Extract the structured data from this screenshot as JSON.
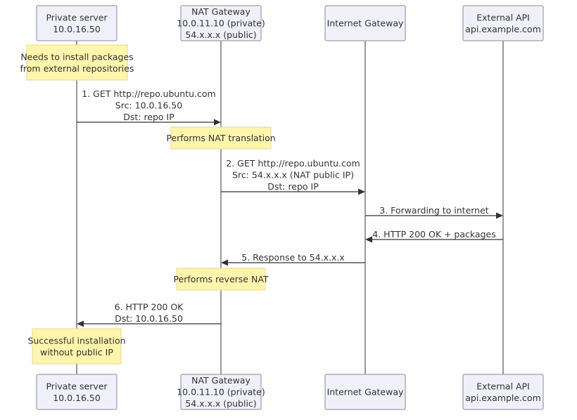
{
  "actors": [
    {
      "id": "private",
      "lines": [
        "Private server",
        "10.0.16.50"
      ]
    },
    {
      "id": "nat",
      "lines": [
        "NAT Gateway",
        "10.0.11.10 (private)",
        "54.x.x.x (public)"
      ]
    },
    {
      "id": "igw",
      "lines": [
        "Internet Gateway"
      ]
    },
    {
      "id": "api",
      "lines": [
        "External API",
        "api.example.com"
      ]
    }
  ],
  "notes": [
    {
      "over": "private",
      "lines": [
        "Needs to install packages",
        "from external repositories"
      ]
    },
    {
      "over": "nat",
      "lines": [
        "Performs NAT translation"
      ]
    },
    {
      "over": "nat",
      "lines": [
        "Performs reverse NAT"
      ]
    },
    {
      "over": "private",
      "lines": [
        "Successful installation",
        "without public IP"
      ]
    }
  ],
  "messages": [
    {
      "from": "private",
      "to": "nat",
      "lines": [
        "1. GET http://repo.ubuntu.com",
        "Src: 10.0.16.50",
        "Dst: repo IP"
      ]
    },
    {
      "from": "nat",
      "to": "igw",
      "lines": [
        "2. GET http://repo.ubuntu.com",
        "Src: 54.x.x.x (NAT public IP)",
        "Dst: repo IP"
      ]
    },
    {
      "from": "igw",
      "to": "api",
      "lines": [
        "3. Forwarding to internet"
      ]
    },
    {
      "from": "api",
      "to": "igw",
      "lines": [
        "4. HTTP 200 OK + packages"
      ]
    },
    {
      "from": "igw",
      "to": "nat",
      "lines": [
        "5. Response to 54.x.x.x"
      ]
    },
    {
      "from": "nat",
      "to": "private",
      "lines": [
        "6. HTTP 200 OK",
        "Dst: 10.0.16.50"
      ]
    }
  ],
  "colors": {
    "actor_fill": "#f0f0f8",
    "actor_stroke": "#8a8a9e",
    "note_fill": "#fff5ad",
    "note_stroke": "#e8d98a",
    "line": "#333333"
  }
}
